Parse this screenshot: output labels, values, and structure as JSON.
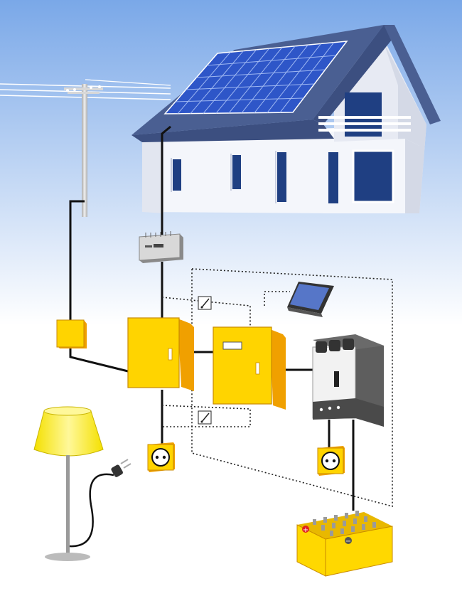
{
  "colors": {
    "sky_top": "#7aa8e8",
    "sky_bottom": "#ffffff",
    "solar_panel": "#2e56c8",
    "roof": "#4a5f92",
    "wall": "#f4f6fb",
    "window": "#1f3f82",
    "device_yellow": "#ffd400",
    "device_orange": "#f0a000",
    "wire": "#111111",
    "battery_yellow": "#ffd800",
    "inverter_gray": "#5e5e5e",
    "lamp_shade": "#fff04a"
  },
  "components": [
    {
      "id": "solar-panel-array",
      "icon": "solar-panel-icon"
    },
    {
      "id": "house",
      "icon": "house-icon"
    },
    {
      "id": "utility-pole",
      "icon": "utility-pole-icon"
    },
    {
      "id": "grid-junction-box",
      "icon": "junction-box-icon"
    },
    {
      "id": "solar-inverter",
      "icon": "inverter-icon"
    },
    {
      "id": "main-distribution-box",
      "icon": "distribution-box-icon"
    },
    {
      "id": "energy-meter-box",
      "icon": "meter-box-icon"
    },
    {
      "id": "monitoring-display",
      "icon": "tablet-icon"
    },
    {
      "id": "battery-charger",
      "icon": "charger-icon"
    },
    {
      "id": "battery",
      "icon": "battery-icon"
    },
    {
      "id": "wall-socket",
      "icon": "socket-icon"
    },
    {
      "id": "floor-lamp",
      "icon": "lamp-icon"
    }
  ],
  "battery": {
    "plus": "+",
    "minus": "−"
  }
}
